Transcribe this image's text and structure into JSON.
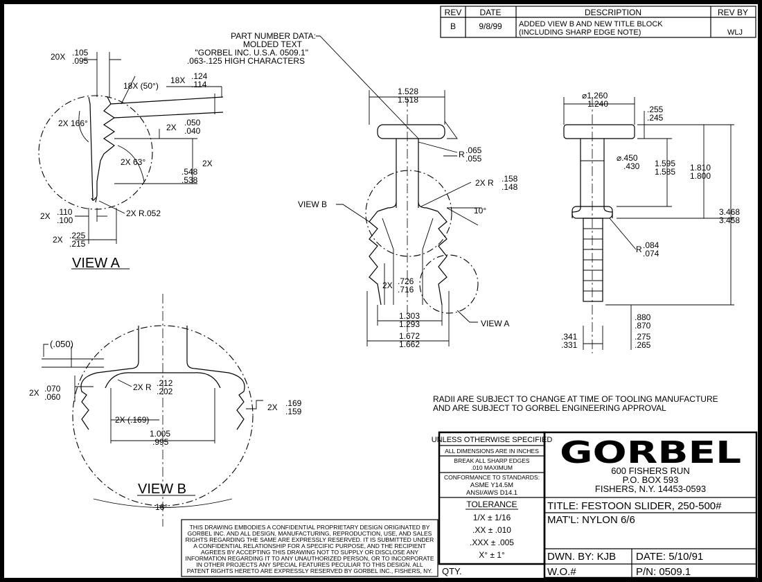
{
  "revision_table": {
    "headers": [
      "REV",
      "DATE",
      "DESCRIPTION",
      "REV BY"
    ],
    "row": {
      "rev": "B",
      "date": "9/8/99",
      "desc_line1": "ADDED VIEW B AND NEW TITLE BLOCK",
      "desc_line2": "(INCLUDING SHARP EDGE NOTE)",
      "rev_by": "WLJ"
    }
  },
  "part_number_note": [
    "PART NUMBER DATA:",
    "MOLDED TEXT",
    "\"GORBEL INC. U.S.A. 0509.1\"",
    ".063-.125 HIGH CHARACTERS"
  ],
  "view_a": {
    "title": "VIEW A",
    "dims": {
      "d1_prefix": "20X",
      "d1_top": ".105",
      "d1_bot": ".095",
      "ang50": "18X (50°)",
      "d2_prefix": "18X",
      "d2_top": ".124",
      "d2_bot": ".114",
      "ang166": "2X 166°",
      "d3_prefix": "2X",
      "d3_top": ".050",
      "d3_bot": ".040",
      "ang63": "2X 63°",
      "d4_top": ".548",
      "d4_bot": ".538",
      "d4_prefix": "2X",
      "d5_prefix": "2X",
      "d5_top": ".110",
      "d5_bot": ".100",
      "r052": "2X R.052",
      "d6_prefix": "2X",
      "d6_top": ".225",
      "d6_bot": ".215"
    }
  },
  "view_b": {
    "title": "VIEW B",
    "dims": {
      "p050": "(.050)",
      "d1_prefix": "2X",
      "d1_top": ".070",
      "d1_bot": ".060",
      "r_label": "2X R",
      "r_top": ".212",
      "r_bot": ".202",
      "d2_prefix": "2X",
      "d2_top": ".169",
      "d2_bot": ".159",
      "p169": "2X (.169)",
      "w_top": "1.005",
      "w_bot": ".995",
      "ang16": "16°"
    }
  },
  "front_view": {
    "view_b_label": "VIEW B",
    "view_a_label": "VIEW A",
    "dims": {
      "w1_top": "1.528",
      "w1_bot": "1.518",
      "r065_top": ".065",
      "r065_bot": ".055",
      "r065_label": "R",
      "r158_label": "2X R",
      "r158_top": ".158",
      "r158_bot": ".148",
      "ang10": "10°",
      "d726_prefix": "2X",
      "d726_top": ".726",
      "d726_bot": ".716",
      "w2_top": "1.303",
      "w2_bot": "1.293",
      "w3_top": "1.672",
      "w3_bot": "1.662"
    }
  },
  "side_view": {
    "dims": {
      "dia_top": "⌀1.260",
      "dia_bot": "1.240",
      "d255_top": ".255",
      "d255_bot": ".245",
      "dia450_top": "⌀.450",
      "dia450_bot": ".430",
      "d1595_top": "1.595",
      "d1595_bot": "1.585",
      "d1810_top": "1.810",
      "d1810_bot": "1.800",
      "d3468_top": "3.468",
      "d3468_bot": "3.458",
      "r084_label": "R",
      "r084_top": ".084",
      "r084_bot": ".074",
      "d880_top": ".880",
      "d880_bot": ".870",
      "d341_top": ".341",
      "d341_bot": ".331",
      "d275_top": ".275",
      "d275_bot": ".265"
    }
  },
  "radii_note": [
    "RADII ARE SUBJECT TO CHANGE AT TIME OF TOOLING MANUFACTURE",
    "AND ARE SUBJECT TO GORBEL ENGINEERING APPROVAL"
  ],
  "confidential_note": [
    "THIS DRAWING EMBODIES A CONFIDENTIAL PROPRIETARY DESIGN ORIGINATED BY",
    "GORBEL INC.  AND ALL DESIGN, MANUFACTURING, REPRODUCTION, USE, AND SALES",
    "RIGHTS REGARDING THE SAME ARE EXPRESSLY RESERVED. IT IS SUBMITTED UNDER",
    "A  CONFIDENTIAL  RELATIONSHIP FOR  A SPECIFIC PURPOSE,  AND THE RECIPIENT",
    "AGREES BY ACCEPTING  THIS  DRAWING  NOT TO  SUPPLY OR  DISCLOSE  ANY",
    "INFORMATION REGARDING IT TO ANY UNAUTHORIZED PERSON,  OR TO INCORPORATE",
    "IN  OTHER  PROJECTS  ANY  SPECIAL  FEATURES PECULIAR TO THIS DESIGN. ALL",
    "PATENT RIGHTS HERETO ARE EXPRESSLY RESERVED BY GORBEL INC.,  FISHERS, NY."
  ],
  "spec_block": {
    "header": "UNLESS OTHERWISE SPECIFIED",
    "all_dims": "ALL DIMENSIONS ARE IN INCHES",
    "break_edges": [
      "BREAK ALL SHARP EDGES",
      ".010 MAXIMUM"
    ],
    "conformance": [
      "CONFORMANCE TO STANDARDS:",
      "ASME Y14.5M",
      "ANSI/AWS D14.1"
    ],
    "tolerance_title": "TOLERANCE",
    "tolerances": [
      "1/X  ±  1/16",
      ".XX  ±  .010",
      ".XXX  ±  .005",
      "X°  ±  1°"
    ],
    "qty": "QTY."
  },
  "title_block": {
    "logo": "GORBEL",
    "address": [
      "600 FISHERS RUN",
      "P.O. BOX 593",
      "FISHERS, N.Y. 14453-0593"
    ],
    "title": "TITLE: FESTOON SLIDER, 250-500#",
    "material": "MAT'L: NYLON 6/6",
    "drawn_by": "DWN. BY: KJB",
    "date": "DATE: 5/10/91",
    "wo": "W.O.#",
    "pn": "P/N: 0509.1"
  }
}
